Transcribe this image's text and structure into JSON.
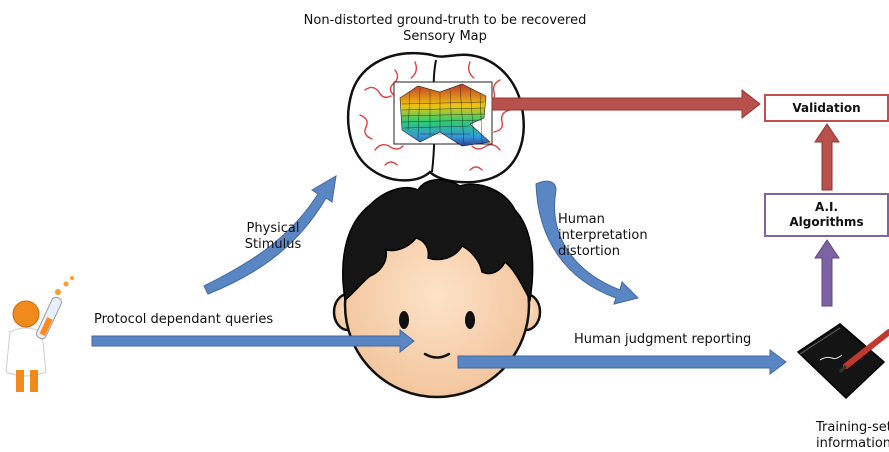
{
  "title_line1": "Non-distorted ground-truth to be recovered",
  "title_line2": "Sensory Map",
  "physical_stimulus": [
    "Physical",
    "Stimulus"
  ],
  "human_distortion": [
    "Human",
    "interpretation",
    "distortion"
  ],
  "protocol_queries": "Protocol dependant queries",
  "judgment_reporting": "Human judgment reporting",
  "training_set": [
    "Training-set",
    "information"
  ],
  "validation_box": "Validation",
  "ai_box": [
    "A.I.",
    "Algorithms"
  ],
  "colors": {
    "blue_arrow": "#5b86c4",
    "red_arrow": "#b8504c",
    "purple_arrow": "#7d63a3",
    "validation_border": "#c0504d",
    "ai_border": "#8064a2",
    "brain_vessels": "#e04040"
  }
}
